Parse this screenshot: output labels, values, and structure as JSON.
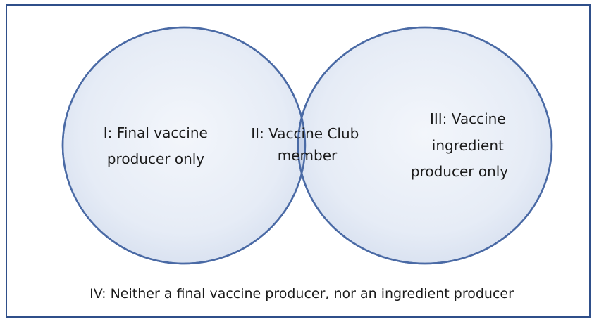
{
  "diagram": {
    "type": "venn",
    "colors": {
      "frame": "#2f4f8a",
      "circle_fill": "#e4eaf4",
      "circle_stroke": "#4a6aa5",
      "overlap_fill": "#cdd7ea",
      "text": "#1b1b1b"
    },
    "regions": {
      "region_1": [
        "I: Final vaccine",
        "producer only"
      ],
      "region_2": [
        "II: Vaccine Club",
        "member"
      ],
      "region_3": [
        "III: Vaccine",
        "ingredient",
        "producer only"
      ]
    },
    "outside_label": "IV: Neither a final vaccine producer, nor an ingredient producer"
  }
}
